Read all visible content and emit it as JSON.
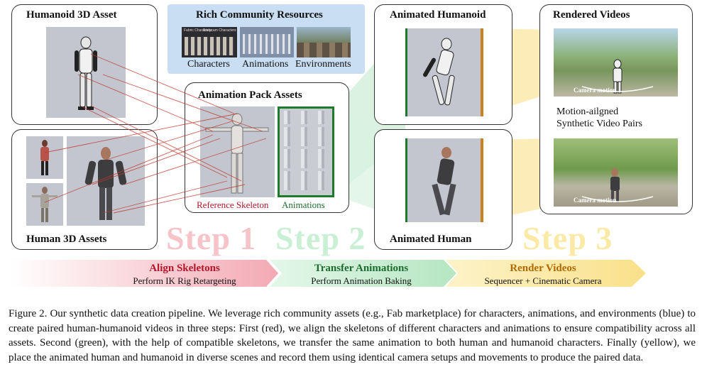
{
  "panels": {
    "humanoid_asset": "Humanoid 3D Asset",
    "human_assets": "Human 3D Assets",
    "community": {
      "title": "Rich Community Resources",
      "labels": [
        "Characters",
        "Animations",
        "Environments"
      ],
      "thumb_texts": [
        "Fabric Characters",
        "Bodycam Characters"
      ]
    },
    "animation_pack": {
      "title": "Animation Pack Assets",
      "ref_label": "Reference Skeleton",
      "anim_label": "Animations"
    },
    "animated_humanoid": "Animated Humanoid",
    "animated_human": "Animated Human",
    "rendered": {
      "title": "Rendered Videos",
      "camera_motion": "Camera motion",
      "pairs_line1": "Motion-ailgned",
      "pairs_line2": "Synthetic Video Pairs"
    }
  },
  "steps": {
    "step1": "Step 1",
    "step2": "Step 2",
    "step3": "Step 3"
  },
  "arrows": [
    {
      "title": "Align Skeletons",
      "subtitle": "Perform IK Rig Retargeting"
    },
    {
      "title": "Transfer Animations",
      "subtitle": "Perform Animation Baking"
    },
    {
      "title": "Render Videos",
      "subtitle": "Sequencer + Cinematic Camera"
    }
  ],
  "colors": {
    "red": "#f2b6bd",
    "red_text": "#b3152a",
    "green": "#c7ecd1",
    "green_text": "#1d6b2e",
    "yellow": "#fbeaa4",
    "yellow_text": "#b06a00",
    "blue_panel": "#c9def3"
  },
  "caption": "Figure 2. Our synthetic data creation pipeline. We leverage rich community assets (e.g., Fab marketplace) for characters, animations, and environments (blue) to create paired human-humanoid videos in three steps: First (red), we align the skeletons of different characters and animations to ensure compatibility across all assets. Second (green), with the help of compatible skeletons, we transfer the same animation to both human and humanoid characters. Finally (yellow), we place the animated human and humanoid in diverse scenes and record them using identical camera setups and movements to produce the paired data."
}
